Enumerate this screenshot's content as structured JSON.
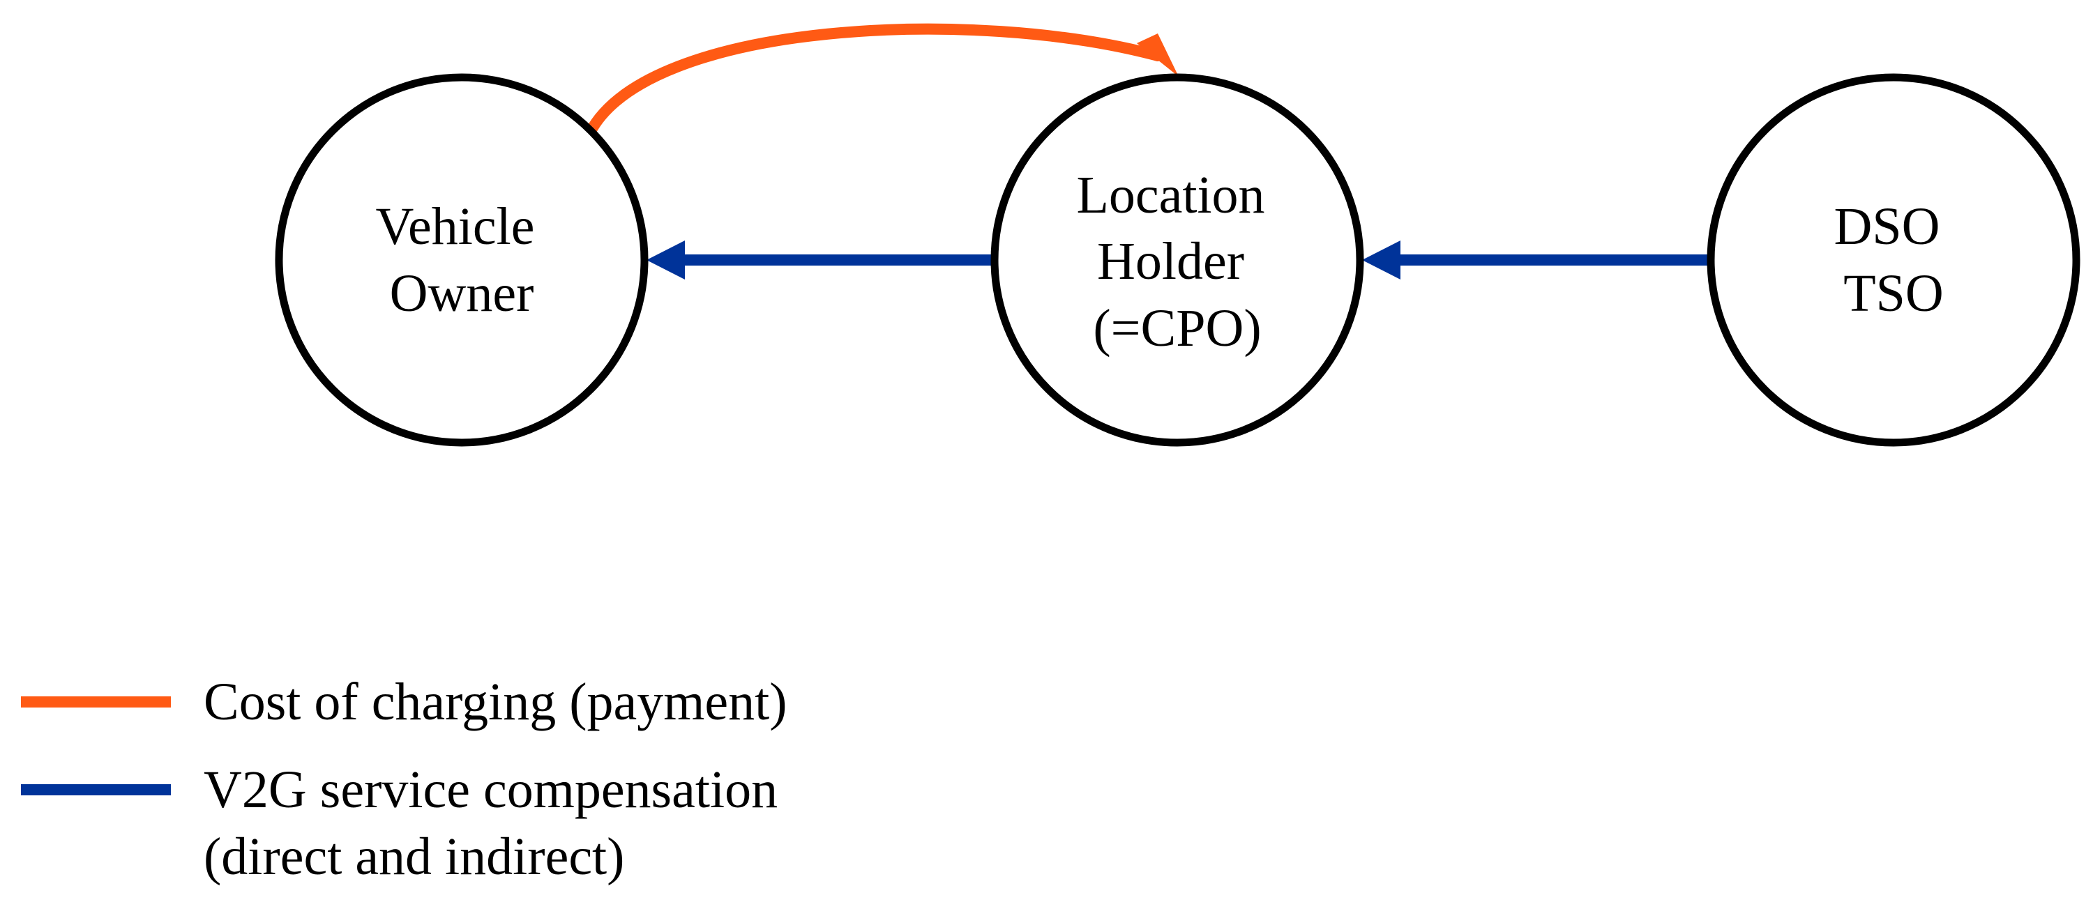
{
  "colors": {
    "payment": "#ff5a14",
    "compensation": "#003399",
    "node_stroke": "#000000"
  },
  "nodes": [
    {
      "id": "vehicle-owner",
      "lines": [
        "Vehicle",
        "Owner"
      ]
    },
    {
      "id": "location-holder",
      "lines": [
        "Location",
        "Holder",
        "(=CPO)"
      ]
    },
    {
      "id": "dso-tso",
      "lines": [
        "DSO",
        "TSO"
      ]
    }
  ],
  "edges": [
    {
      "from": "vehicle-owner",
      "to": "location-holder",
      "kind": "payment"
    },
    {
      "from": "location-holder",
      "to": "vehicle-owner",
      "kind": "compensation"
    },
    {
      "from": "dso-tso",
      "to": "location-holder",
      "kind": "compensation"
    }
  ],
  "legend": [
    {
      "kind": "payment",
      "lines": [
        "Cost of charging (payment)"
      ]
    },
    {
      "kind": "compensation",
      "lines": [
        "V2G service compensation",
        "(direct and indirect)"
      ]
    }
  ]
}
